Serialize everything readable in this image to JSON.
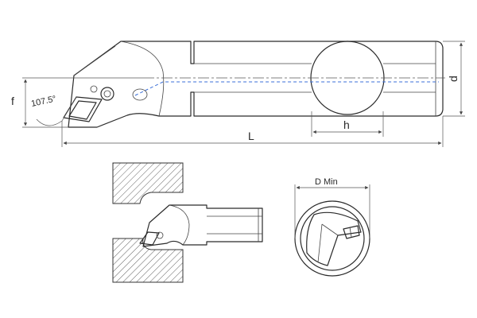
{
  "main_view": {
    "angle_label": "107.5°",
    "dim_f": "f",
    "dim_d": "d",
    "dim_L": "L",
    "dim_h": "h"
  },
  "section_view": {
    "dim_label": "D Min"
  },
  "colors": {
    "line": "#2b2b2b",
    "coolant_channel": "#3a6fd8",
    "background": "#ffffff"
  }
}
